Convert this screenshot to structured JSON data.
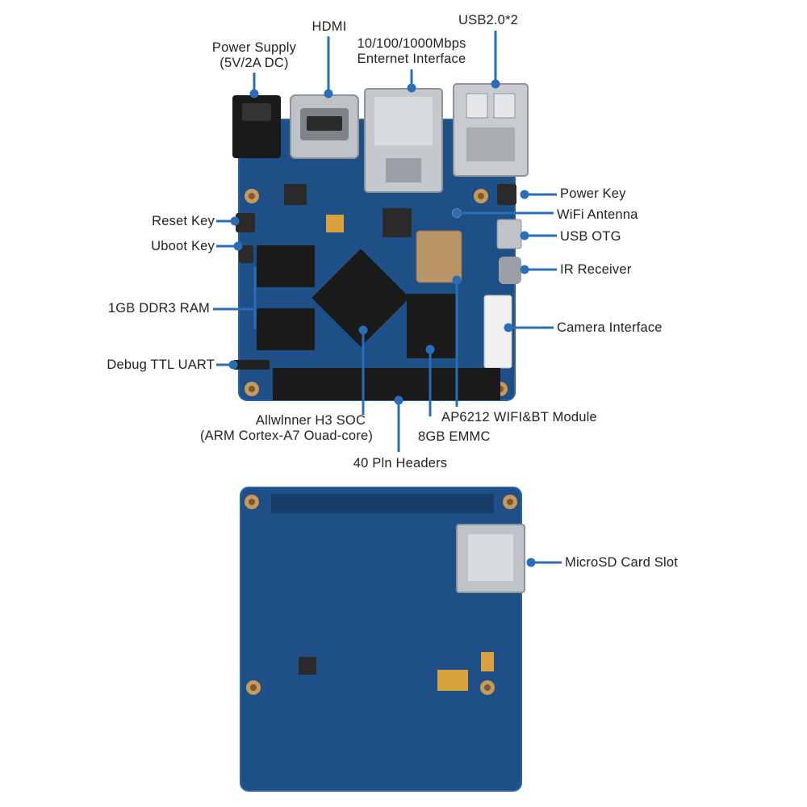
{
  "colors": {
    "pcb": "#1e4f86",
    "pcb_dark": "#173d6a",
    "pcb_edge": "#2a63a3",
    "leader": "#2a6db8",
    "text": "#222222",
    "chip": "#1b1b1b",
    "metal": "#c9ccd0",
    "copper": "#c9985a",
    "silk": "#e8e8e8"
  },
  "labels": {
    "power_supply_1": "Power Supply",
    "power_supply_2": "(5V/2A DC)",
    "hdmi": "HDMI",
    "ethernet_1": "10/100/1000Mbps",
    "ethernet_2": "Enternet Interface",
    "usb2": "USB2.0*2",
    "power_key": "Power Key",
    "wifi_antenna": "WiFi Antenna",
    "usb_otg": "USB OTG",
    "ir_receiver": "IR Receiver",
    "camera_interface": "Camera Interface",
    "reset_key": "Reset Key",
    "uboot_key": "Uboot Key",
    "ram": "1GB DDR3 RAM",
    "debug_uart": "Debug TTL UART",
    "soc_1": "Allwlnner H3 SOC",
    "soc_2": "(ARM Cortex-A7 Ouad-core)",
    "wifi_bt": "AP6212 WIFI&BT Module",
    "emmc": "8GB EMMC",
    "pin_headers": "40 Pln Headers",
    "microsd": "MicroSD Card Slot"
  }
}
